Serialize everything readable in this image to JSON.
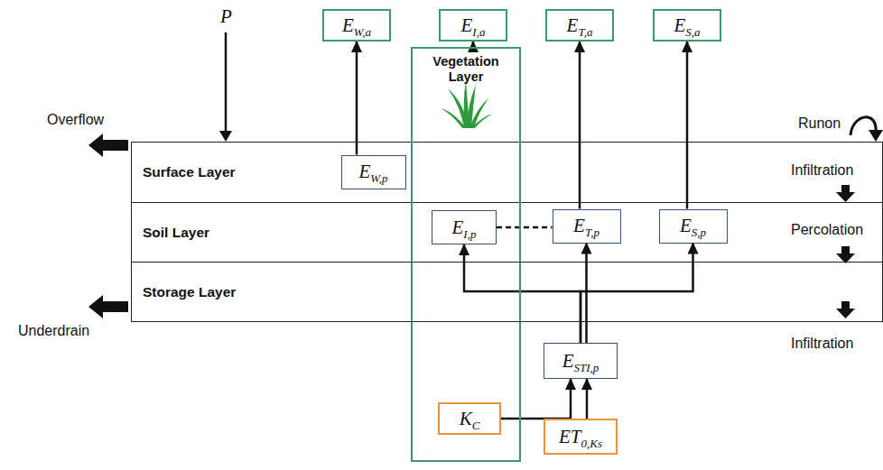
{
  "diagram": {
    "nodes": [
      {
        "text": [
          "E",
          "W,a"
        ]
      },
      {
        "text": [
          "E",
          "I,a"
        ]
      },
      {
        "text": [
          "E",
          "T,a"
        ]
      },
      {
        "text": [
          "E",
          "S,a"
        ]
      },
      {
        "text": [
          "Surface Layer"
        ]
      },
      {
        "text": [
          "E",
          "W,p"
        ],
        "in": 4
      },
      {
        "text": [
          "Vegetation Layer"
        ]
      },
      {
        "text": [
          "Soil Layer"
        ]
      },
      {
        "text": [
          "E",
          "I,p"
        ],
        "in": 6
      },
      {
        "text": [
          "E",
          "T,p"
        ],
        "in": 7
      },
      {
        "text": [
          "E",
          "S,p"
        ],
        "in": 7
      },
      {
        "text": [
          "Storage Layer"
        ]
      },
      {
        "text": [
          "K",
          "C"
        ],
        "in": 6
      },
      {
        "text": [
          "E",
          "STI,p"
        ]
      },
      {
        "text": [
          "ET",
          "0,Ks"
        ]
      }
    ],
    "edges": [
      {
        "from": 5,
        "to": 0,
        "arrow": "to"
      },
      {
        "from": 6,
        "to": 1,
        "arrow": "to"
      },
      {
        "from": 9,
        "to": 2,
        "arrow": "to"
      },
      {
        "from": 10,
        "to": 3,
        "arrow": "to"
      },
      {
        "from": 8,
        "to": 9,
        "arrow": "none"
      },
      {
        "from": 13,
        "to": 9,
        "arrow": "to"
      },
      {
        "from": 13,
        "to": 8,
        "arrow": "to"
      },
      {
        "from": 13,
        "to": 10,
        "arrow": "to"
      },
      {
        "from": 12,
        "to": 13,
        "arrow": "to"
      },
      {
        "from": 14,
        "to": 13,
        "arrow": "to"
      }
    ],
    "labels": [
      "P",
      "Overflow",
      "Underdrain",
      "Runon",
      "Infiltration",
      "Percolation",
      "Infiltration"
    ]
  }
}
